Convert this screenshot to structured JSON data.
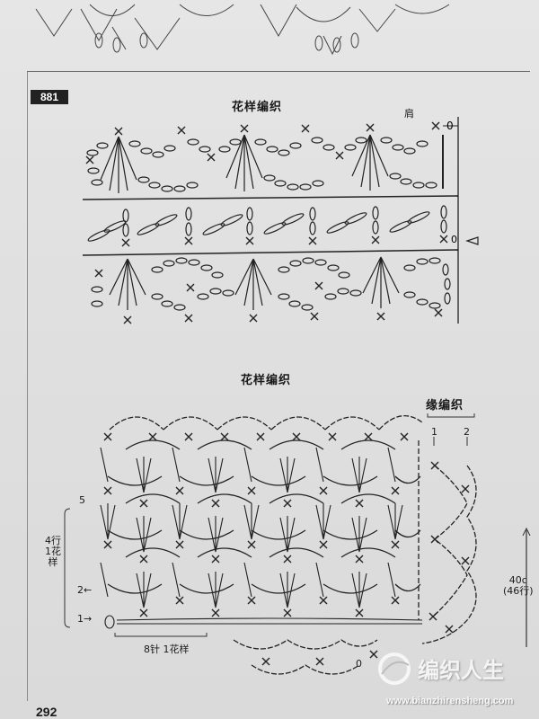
{
  "pattern": {
    "number": "881",
    "chart1_title": "花样编织",
    "shoulder_label": "肩",
    "chart2_title": "花样编织",
    "edging_title": "缘编织",
    "row_label_1": "1",
    "row_label_2": "2",
    "row_5": "5",
    "row_2_arrow": "2←",
    "row_1_arrow": "1→",
    "repeat_rows": "4行\n1花\n样",
    "repeat_stitches": "8针 1花样",
    "height_label": "40c\n(46行)",
    "start_mark_0": "0",
    "start_mark_0b": "0"
  },
  "page": {
    "page_number": "292"
  },
  "watermark": {
    "brand_text": "编织人生",
    "url": "www.bianzhirensheng.com"
  }
}
